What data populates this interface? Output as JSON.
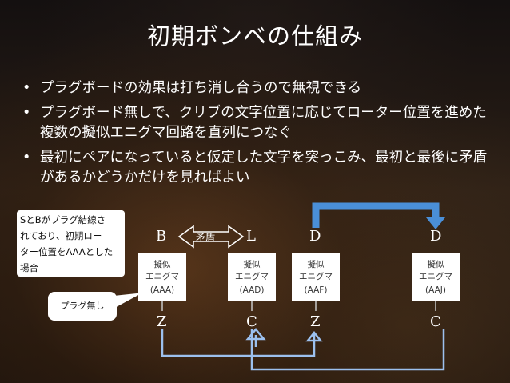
{
  "title": "初期ボンベの仕組み",
  "bullets": [
    "プラグボードの効果は打ち消し合うので無視できる",
    "プラグボード無しで、クリブの文字位置に応じてローター位置を進めた複数の擬似エニグマ回路を直列につなぐ",
    "最初にペアになっていると仮定した文字を突っこみ、最初と最後に矛盾があるかどうかだけを見ればよい"
  ],
  "note": {
    "lines": [
      "SとBがプラグ結線さ",
      "れており、初期ロー",
      "ター位置をAAAとした",
      "場合"
    ]
  },
  "callout": "プラグ無し",
  "contradiction_label": "矛盾",
  "machines": [
    {
      "top_letter": "B",
      "label1": "擬似",
      "label2": "エニグマ",
      "code": "(AAA)",
      "bottom_letter": "Z"
    },
    {
      "top_letter": "L",
      "label1": "擬似",
      "label2": "エニグマ",
      "code": "(AAD)",
      "bottom_letter": "C"
    },
    {
      "top_letter": "D",
      "label1": "擬似",
      "label2": "エニグマ",
      "code": "(AAF)",
      "bottom_letter": "Z"
    },
    {
      "top_letter": "D",
      "label1": "擬似",
      "label2": "エニグマ",
      "code": "(AAJ)",
      "bottom_letter": "C"
    }
  ]
}
